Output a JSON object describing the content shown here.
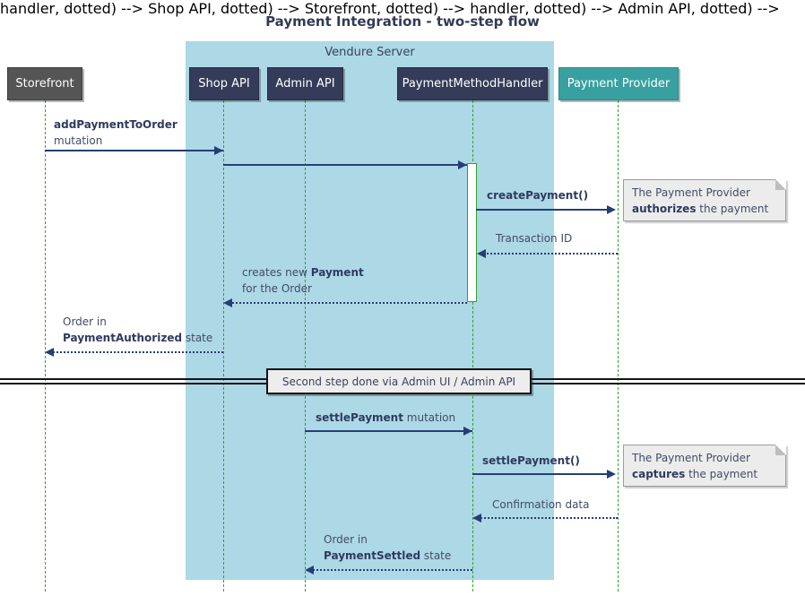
{
  "title": "Payment Integration - two-step flow",
  "container": {
    "label": "Vendure Server"
  },
  "participants": {
    "storefront": {
      "label": "Storefront",
      "color": "#555555"
    },
    "shop_api": {
      "label": "Shop API",
      "color": "#353C59"
    },
    "admin_api": {
      "label": "Admin API",
      "color": "#353C59"
    },
    "payment_method_handler": {
      "label": "PaymentMethodHandler",
      "color": "#353C59"
    },
    "payment_provider": {
      "label": "Payment Provider",
      "color": "#38A0A0"
    }
  },
  "messages": {
    "add_payment_to_order": {
      "bold": "addPaymentToOrder",
      "line2": "mutation"
    },
    "create_payment": {
      "bold": "createPayment()"
    },
    "transaction_id": {
      "text": "Transaction ID"
    },
    "creates_new_payment": {
      "pre": "creates new ",
      "bold": "Payment",
      "line2": "for the Order"
    },
    "order_payment_authorized": {
      "line1": "Order in",
      "bold": "PaymentAuthorized",
      "rest": " state"
    },
    "settle_payment_mutation": {
      "bold": "settlePayment",
      "rest": " mutation"
    },
    "settle_payment_call": {
      "bold": "settlePayment()"
    },
    "confirmation_data": {
      "text": "Confirmation data"
    },
    "order_payment_settled": {
      "line1": "Order in",
      "bold": "PaymentSettled",
      "rest": " state"
    }
  },
  "divider": {
    "label": "Second step done via Admin UI / Admin API"
  },
  "notes": {
    "authorize_note": {
      "line1": "The Payment Provider",
      "bold": "authorizes",
      "rest": " the payment"
    },
    "capture_note": {
      "line1": "The Payment Provider",
      "bold": "captures",
      "rest": " the payment"
    }
  },
  "colors": {
    "container_bg": "#ADD8E6",
    "lifeline_green": "#30A130",
    "arrow_navy": "#253F75",
    "text_navy": "#39425E",
    "note_bg": "#ECECEC",
    "divider_border": "#141414"
  }
}
